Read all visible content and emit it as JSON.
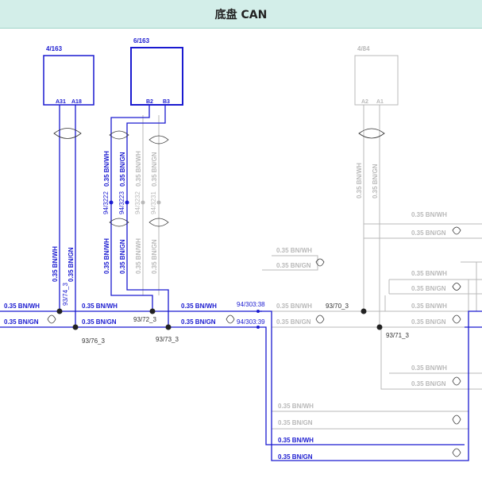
{
  "header": {
    "title": "底盘 CAN"
  },
  "colors": {
    "active": "#1a1ad0",
    "inactive": "#b9b9b9",
    "header_bg": "#d3eee9",
    "node": "#222222"
  },
  "connectors": [
    {
      "id": "4/163",
      "pins": [
        "A31",
        "A18"
      ],
      "active": true
    },
    {
      "id": "6/163",
      "pins": [
        "B2",
        "B3"
      ],
      "active": true
    },
    {
      "id": "4/84",
      "pins": [
        "A2",
        "A1"
      ],
      "active": false
    }
  ],
  "wire_labels": {
    "bnwh": "0.35 BN/WH",
    "bngn": "0.35 BN/GN",
    "bnwh_v": "0.35 BN/WH",
    "bngn_v": "0.35 BN/GN",
    "bnwh_v2": "0.35 BN/WH",
    "bngn_v2": "0.35 BN/GN"
  },
  "nodes": {
    "n74": "93/74_3",
    "n76": "93/76_3",
    "n72": "93/72_3",
    "n73": "93/73_3",
    "n70": "93/70_3",
    "n71": "93/71_3",
    "n3222": "94/3222",
    "n3223": "94/3223",
    "n3232": "94/3232",
    "n3231": "94/3231",
    "n303_38": "94/303:38",
    "n303_39": "94/303:39"
  }
}
